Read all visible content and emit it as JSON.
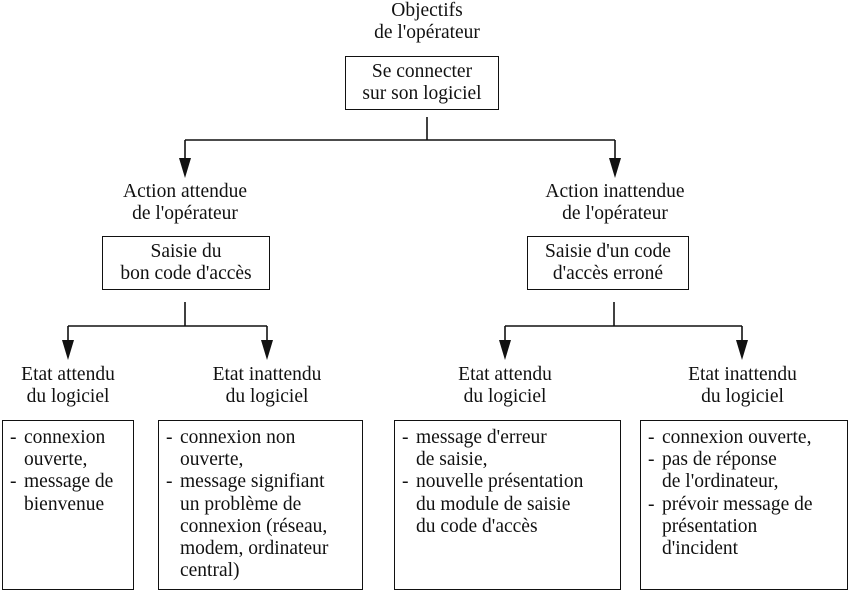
{
  "root": {
    "heading": "Objectifs\nde l'opérateur",
    "box": "Se connecter\nsur son logiciel"
  },
  "left": {
    "heading": "Action attendue\nde l'opérateur",
    "box": "Saisie du\nbon code d'accès",
    "children": [
      {
        "heading": "Etat attendu\ndu logiciel",
        "items": [
          "connexion\nouverte,",
          "message de\nbienvenue"
        ]
      },
      {
        "heading": "Etat inattendu\ndu logiciel",
        "items": [
          "connexion non\nouverte,",
          "message signifiant\nun problème de\nconnexion (réseau,\nmodem, ordinateur\ncentral)"
        ]
      }
    ]
  },
  "right": {
    "heading": "Action inattendue\nde l'opérateur",
    "box": "Saisie d'un code\nd'accès erroné",
    "children": [
      {
        "heading": "Etat attendu\ndu logiciel",
        "items": [
          "message d'erreur\nde saisie,",
          "nouvelle présentation\ndu module de saisie\ndu code d'accès"
        ]
      },
      {
        "heading": "Etat inattendu\ndu logiciel",
        "items": [
          "connexion ouverte,",
          "pas de réponse\nde l'ordinateur,",
          "prévoir message de\nprésentation\nd'incident"
        ]
      }
    ]
  },
  "item_prefix": "-"
}
